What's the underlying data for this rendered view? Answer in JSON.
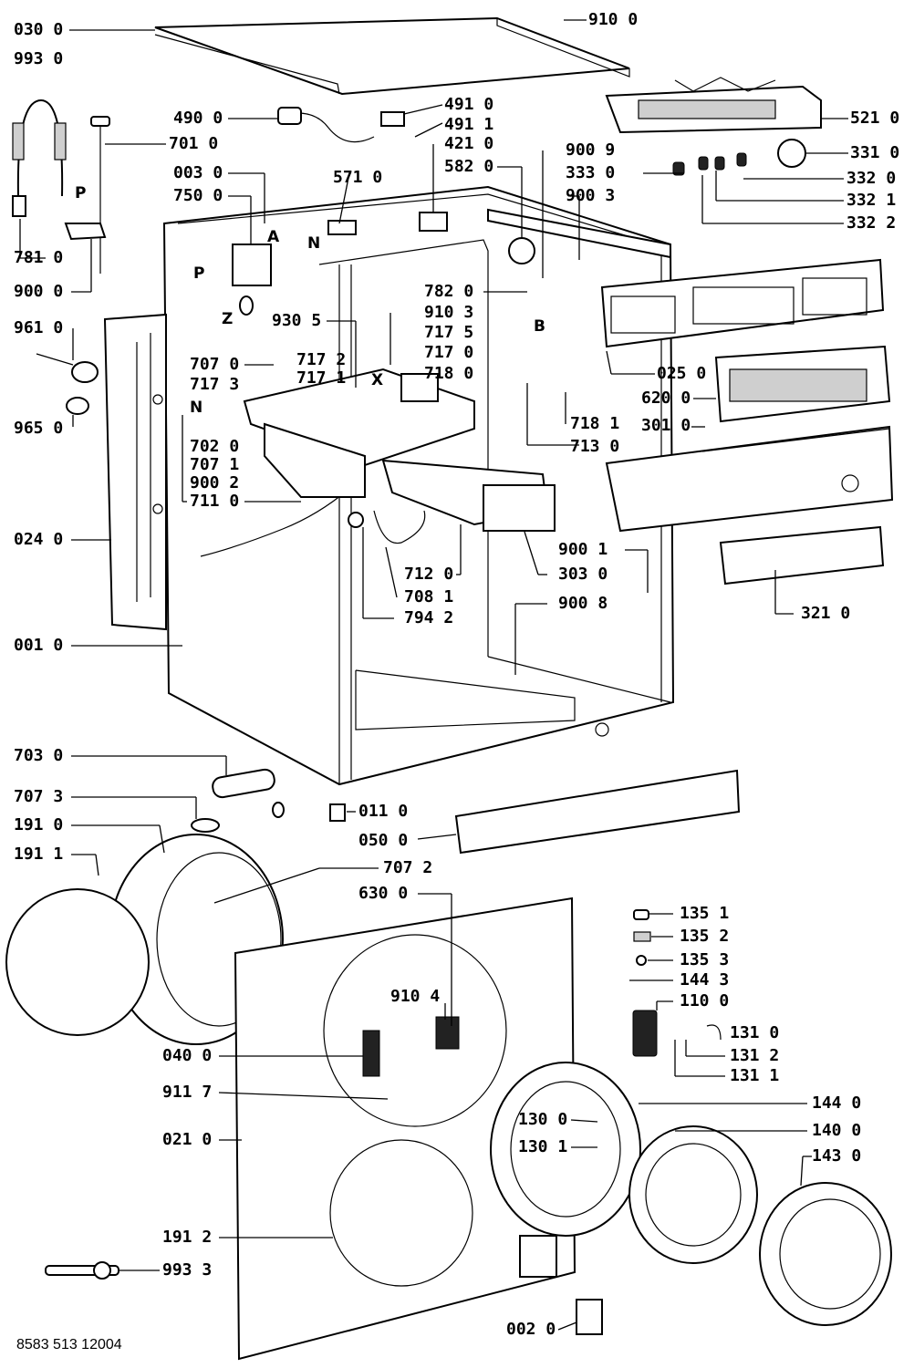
{
  "footer_code": "8583 513 12004",
  "labels": {
    "p0300": "030 0",
    "p9100": "910 0",
    "p9930": "993 0",
    "p4900": "490 0",
    "p4910": "491 0",
    "p4911": "491 1",
    "p5210": "521 0",
    "p7010": "701 0",
    "p4210": "421 0",
    "p9009": "900 9",
    "p3310": "331 0",
    "p0030": "003 0",
    "p5820": "582 0",
    "p3330": "333 0",
    "p3320": "332 0",
    "p5710": "571 0",
    "p7500": "750 0",
    "p9003": "900 3",
    "p3321": "332 1",
    "p3322": "332 2",
    "p7810": "781 0",
    "p9000": "900 0",
    "p7820": "782 0",
    "p9103": "910 3",
    "p9610": "961 0",
    "p9305": "930 5",
    "p7175": "717 5",
    "p7170": "717 0",
    "p7070": "707 0",
    "p7172": "717 2",
    "p7180": "718 0",
    "p7173": "717 3",
    "p7171": "717 1",
    "p0250": "025 0",
    "p6200": "620 0",
    "p9650": "965 0",
    "p7181": "718 1",
    "p7020": "702 0",
    "p7130": "713 0",
    "p3010": "301 0",
    "p7071": "707 1",
    "p9002": "900 2",
    "p7110": "711 0",
    "p0240": "024 0",
    "p9001": "900 1",
    "p3030": "303 0",
    "p7120": "712 0",
    "p7081": "708 1",
    "p9008": "900 8",
    "p3210": "321 0",
    "p7942": "794 2",
    "p0010": "001 0",
    "p7030": "703 0",
    "p7073": "707 3",
    "p0110": "011 0",
    "p1910": "191 0",
    "p0500": "050 0",
    "p1911": "191 1",
    "p7072": "707 2",
    "p6300": "630 0",
    "p1351": "135 1",
    "p1352": "135 2",
    "p1353": "135 3",
    "p1443": "144 3",
    "p9104": "910 4",
    "p1100": "110 0",
    "p1310": "131 0",
    "p0400": "040 0",
    "p1312": "131 2",
    "p1311": "131 1",
    "p9117": "911 7",
    "p1440": "144 0",
    "p1300": "130 0",
    "p1400": "140 0",
    "p0210": "021 0",
    "p1301": "130 1",
    "p1430": "143 0",
    "p1912": "191 2",
    "p9933": "993 3",
    "p0020": "002 0"
  },
  "letters": {
    "A": "A",
    "P1": "P",
    "P2": "P",
    "N1": "N",
    "N2": "N",
    "Z": "Z",
    "B": "B",
    "X": "X"
  }
}
